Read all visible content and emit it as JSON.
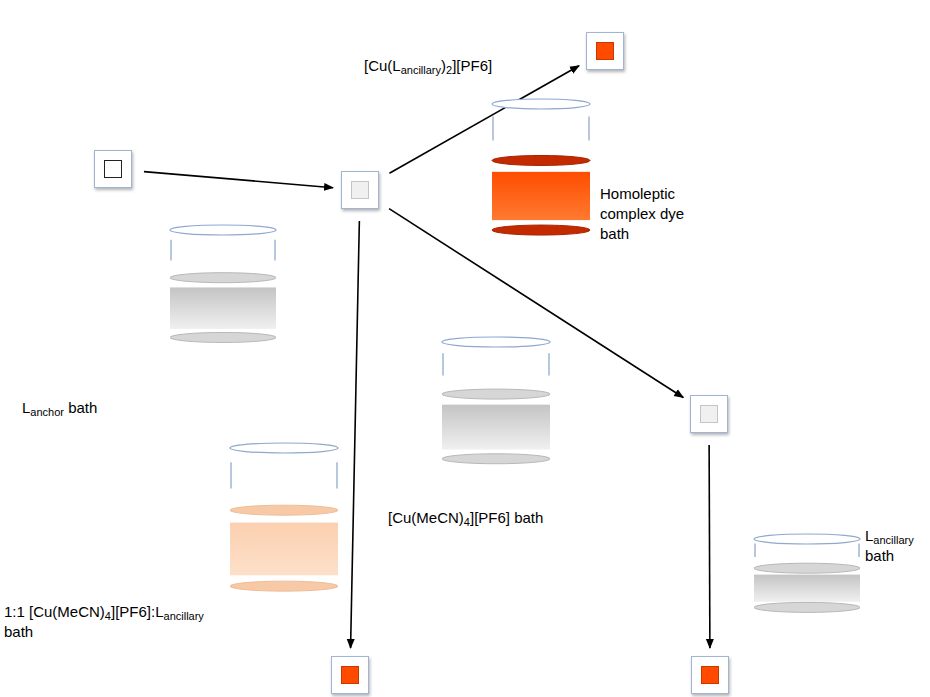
{
  "diagram": {
    "nodes": [
      {
        "text": []
      },
      {
        "text": [
          "Lanchor bath"
        ]
      },
      {
        "text": []
      },
      {
        "text": [
          "Homoleptic complex dye bath"
        ]
      },
      {
        "text": []
      },
      {
        "text": [
          "[Cu(MeCN)4][PF6] bath"
        ]
      },
      {
        "text": []
      },
      {
        "text": [
          "Lancillary bath"
        ]
      },
      {
        "text": [
          "1:1 [Cu(MeCN)4][PF6]:Lancillary bath"
        ]
      },
      {
        "text": []
      },
      {
        "text": []
      }
    ],
    "edges": [
      {
        "from": 0,
        "to": 2,
        "arrow": "to"
      },
      {
        "from": 2,
        "to": 4,
        "arrow": "to",
        "label": "[Cu(Lancillary)2][PF6]"
      },
      {
        "from": 2,
        "to": 9,
        "arrow": "to"
      },
      {
        "from": 2,
        "to": 6,
        "arrow": "to"
      },
      {
        "from": 6,
        "to": 10,
        "arrow": "to"
      }
    ]
  }
}
